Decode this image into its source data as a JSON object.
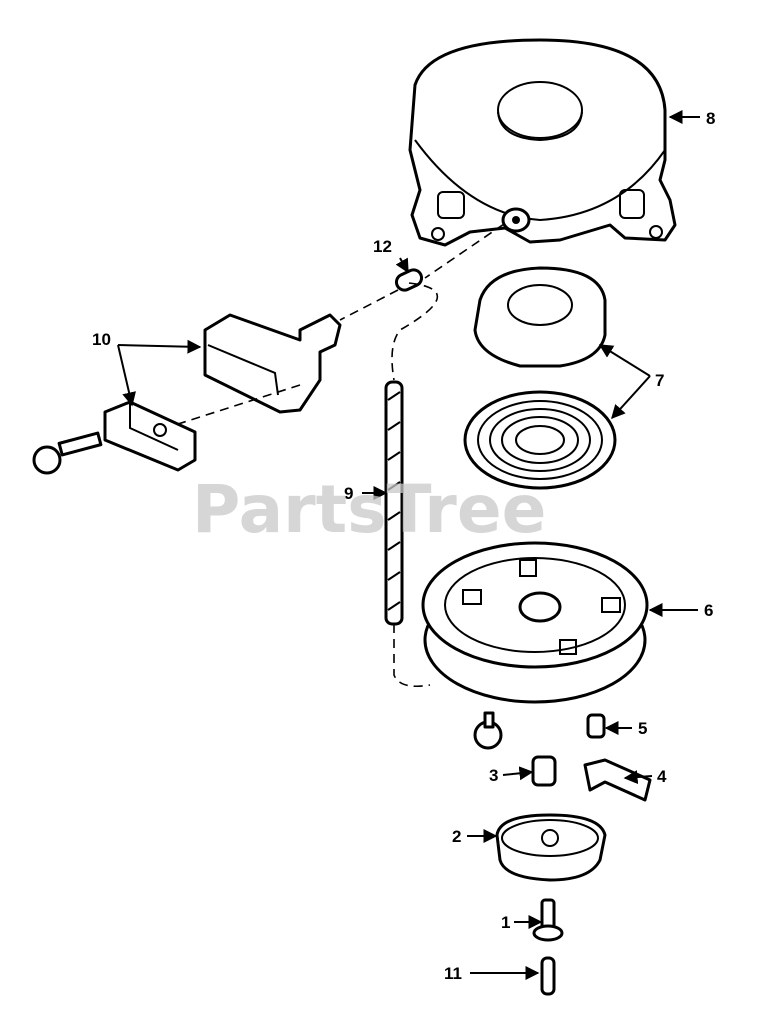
{
  "watermark": "PartsTree",
  "callouts": {
    "c1": "1",
    "c2": "2",
    "c3": "3",
    "c4": "4",
    "c5": "5",
    "c6": "6",
    "c7": "7",
    "c8": "8",
    "c9": "9",
    "c10": "10",
    "c11": "11",
    "c12": "12"
  },
  "colors": {
    "line": "#000000",
    "watermark": "#c8c8c8",
    "background": "#ffffff"
  }
}
